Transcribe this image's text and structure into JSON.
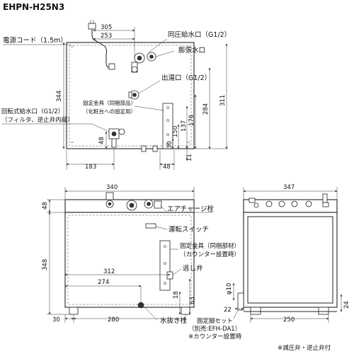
{
  "model": "EHPN-H25N3",
  "top_view": {
    "cord_label": "電源コード（1.5m）",
    "dim_305": "305",
    "dim_253": "253",
    "label_inlet_same_pressure": "同圧給水口（G1/2）",
    "label_expansion_outlet": "膨張水口",
    "label_hot_outlet": "出湯口（G1/2）",
    "label_fixing_bracket_top": "固定金具（同梱部品）",
    "label_fixing_bracket_top_2": "（化粧台への固定用）",
    "label_rotary_inlet": "回転式給水口（G1/2）",
    "label_rotary_inlet_2": "（フィルタ、逆止弁内蔵）",
    "dim_344": "344",
    "dim_311": "311",
    "dim_284": "284",
    "dim_176": "176",
    "dim_137": "137",
    "dim_150": "150",
    "dim_30": "30",
    "dim_11": "11",
    "dim_48_left": "48",
    "dim_183": "183",
    "dim_48_bottom": "48"
  },
  "front_view": {
    "dim_340": "340",
    "dim_48_top": "48",
    "dim_348": "348",
    "dim_312": "312",
    "dim_274": "274",
    "dim_30": "30",
    "dim_280": "280",
    "dim_18": "18",
    "dim_63": "63",
    "label_air_charge": "エアチャージ栓",
    "label_run_switch": "運転スイッチ",
    "label_fixing_bracket": "固定金具（同梱部材）",
    "label_fixing_bracket_2": "（カウンター設置時）",
    "label_relief_valve": "逃し弁",
    "label_drain_plug": "水抜き栓"
  },
  "side_view": {
    "dim_347": "347",
    "dim_phi10": "φ10",
    "dim_22": "22",
    "dim_24": "24",
    "dim_250": "250",
    "label_fixing_leg": "固定脚セット",
    "label_fixing_leg_2": "（別売:EFH-DA1）",
    "label_fixing_leg_3": "※カウンター設置時"
  },
  "footnote": "※減圧弁・逆止弁付"
}
